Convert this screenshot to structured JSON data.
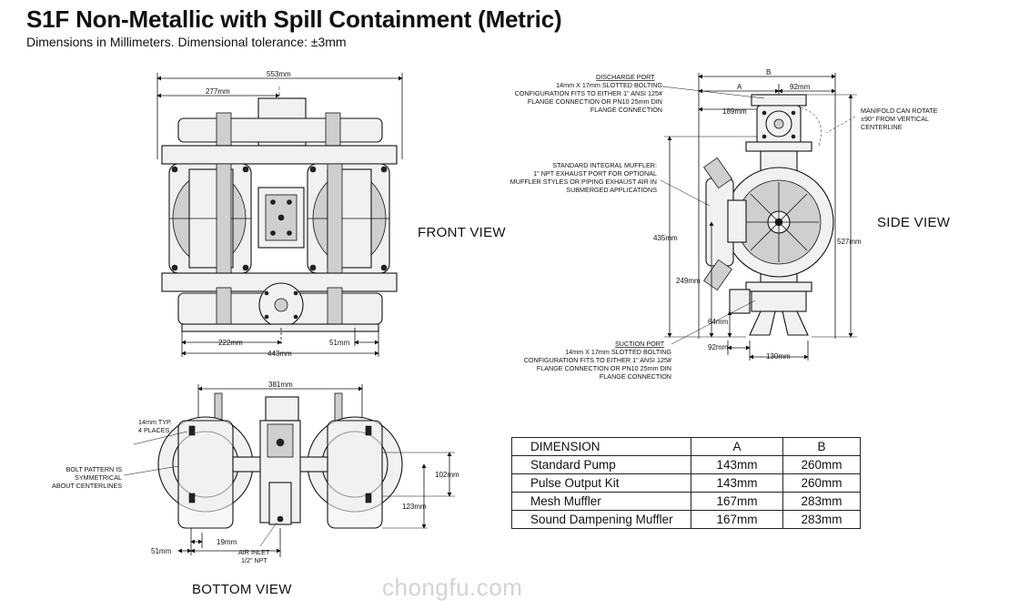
{
  "title": "S1F Non-Metallic with Spill Containment (Metric)",
  "subtitle": "Dimensions in Millimeters.   Dimensional tolerance: ±3mm",
  "views": {
    "front": "FRONT VIEW",
    "side": "SIDE VIEW",
    "bottom": "BOTTOM VIEW"
  },
  "front_dims": {
    "overall_width": "553mm",
    "half_width": "277mm",
    "base_left": "222mm",
    "base_right": "51mm",
    "base_width": "443mm"
  },
  "side_dims": {
    "b": "B",
    "a": "A",
    "top_right": "92mm",
    "top_left": "189mm",
    "height_left": "435mm",
    "height_right": "527mm",
    "suction_height": "249mm",
    "foot": "64mm",
    "bottom_offset": "92mm",
    "bottom_width": "130mm"
  },
  "bottom_dims": {
    "width": "381mm",
    "slot": "14mm TYP.",
    "places": "4 PLACES",
    "right_upper": "102mm",
    "right_lower": "123mm",
    "left_small": "19mm",
    "left_bottom": "51mm"
  },
  "notes": {
    "discharge_title": "DISCHARGE PORT",
    "discharge": [
      "14mm X 17mm SLOTTED BOLTING",
      "CONFIGURATION FITS TO EITHER 1\" ANSI 125#",
      "FLANGE CONNECTION OR PN10 25mm DIN",
      "FLANGE CONNECTION"
    ],
    "muffler": [
      "STANDARD INTEGRAL MUFFLER:",
      "1\" NPT EXHAUST PORT FOR OPTIONAL",
      "MUFFLER STYLES OR PIPING EXHAUST AIR IN",
      "SUBMERGED APPLICATIONS"
    ],
    "suction_title": "SUCTION PORT",
    "suction": [
      "14mm X 17mm SLOTTED BOLTING",
      "CONFIGURATION FITS TO EITHER 1\" ANSI 125#",
      "FLANGE CONNECTION OR PN10 25mm DIN",
      "FLANGE CONNECTION"
    ],
    "manifold": [
      "MANIFOLD CAN ROTATE",
      "±90° FROM VERTICAL",
      "CENTERLINE"
    ],
    "bolt_pattern": [
      "BOLT PATTERN IS",
      "SYMMETRICAL",
      "ABOUT CENTERLINES"
    ],
    "air_inlet": [
      "AIR INLET",
      "1/2\" NPT"
    ]
  },
  "table": {
    "headers": [
      "DIMENSION",
      "A",
      "B"
    ],
    "rows": [
      [
        "Standard Pump",
        "143mm",
        "260mm"
      ],
      [
        "Pulse Output Kit",
        "143mm",
        "260mm"
      ],
      [
        "Mesh Muffler",
        "167mm",
        "283mm"
      ],
      [
        "Sound Dampening Muffler",
        "167mm",
        "283mm"
      ]
    ]
  },
  "watermark": "chongfu.com"
}
